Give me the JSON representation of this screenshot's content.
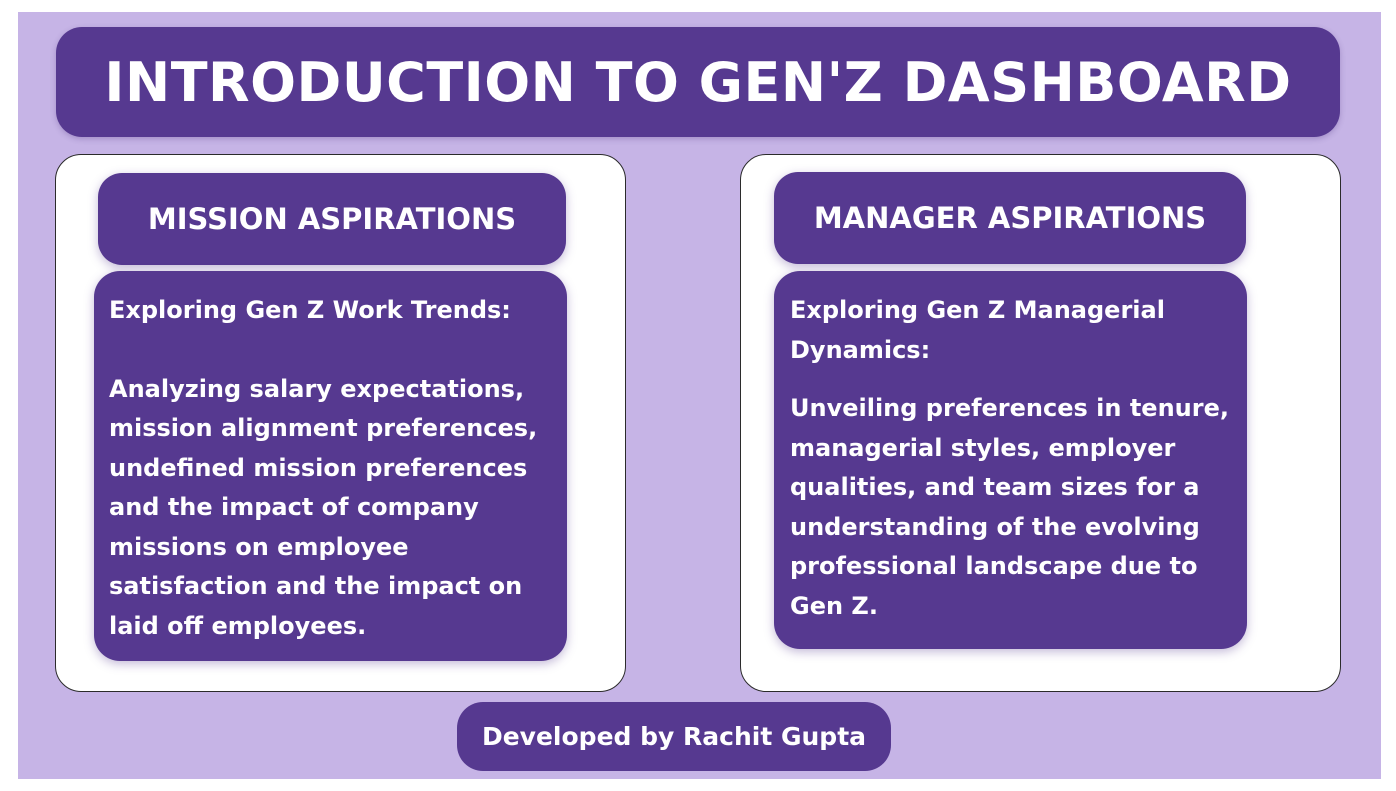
{
  "header": {
    "title": "INTRODUCTION TO GEN'Z DASHBOARD"
  },
  "mission": {
    "heading": "MISSION ASPIRATIONS",
    "intro": "Exploring Gen Z Work Trends:",
    "detail": "Analyzing salary expectations, mission alignment preferences, undefined mission preferences and the impact of company missions on employee satisfaction and the impact on laid off employees."
  },
  "manager": {
    "heading": "MANAGER ASPIRATIONS",
    "intro": "Exploring Gen Z Managerial Dynamics:",
    "detail": "Unveiling preferences in tenure, managerial styles, employer qualities, and team sizes for a understanding of the evolving professional landscape due to Gen Z."
  },
  "footer": {
    "credit": "Developed by Rachit Gupta"
  },
  "colors": {
    "background": "#c6b4e6",
    "accent": "#563990",
    "panel": "#ffffff",
    "text": "#ffffff"
  }
}
